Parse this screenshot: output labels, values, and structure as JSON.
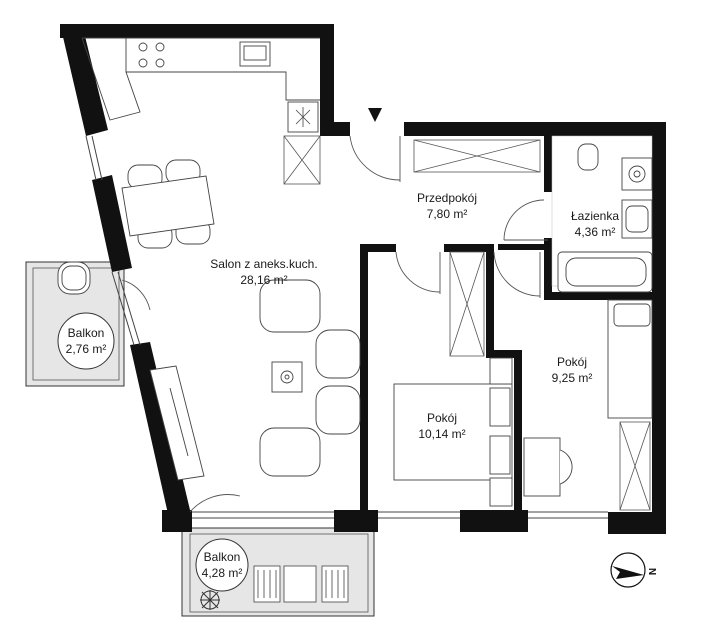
{
  "rooms": [
    {
      "id": "salon",
      "name": "Salon z aneks.kuch.",
      "area": "28,16 m²"
    },
    {
      "id": "przedpokoj",
      "name": "Przedpokój",
      "area": "7,80 m²"
    },
    {
      "id": "lazienka",
      "name": "Łazienka",
      "area": "4,36 m²"
    },
    {
      "id": "pokoj1",
      "name": "Pokój",
      "area": "10,14 m²"
    },
    {
      "id": "pokoj2",
      "name": "Pokój",
      "area": "9,25 m²"
    },
    {
      "id": "balkon1",
      "name": "Balkon",
      "area": "2,76 m²"
    },
    {
      "id": "balkon2",
      "name": "Balkon",
      "area": "4,28 m²"
    }
  ],
  "compass": {
    "label": "N"
  },
  "colors": {
    "wall": "#111111",
    "line": "#333333",
    "balcony": "#e6e6e6"
  },
  "icons": {
    "entrance": "entrance-arrow-icon",
    "compass": "north-arrow-icon",
    "plant": "plant-icon"
  }
}
